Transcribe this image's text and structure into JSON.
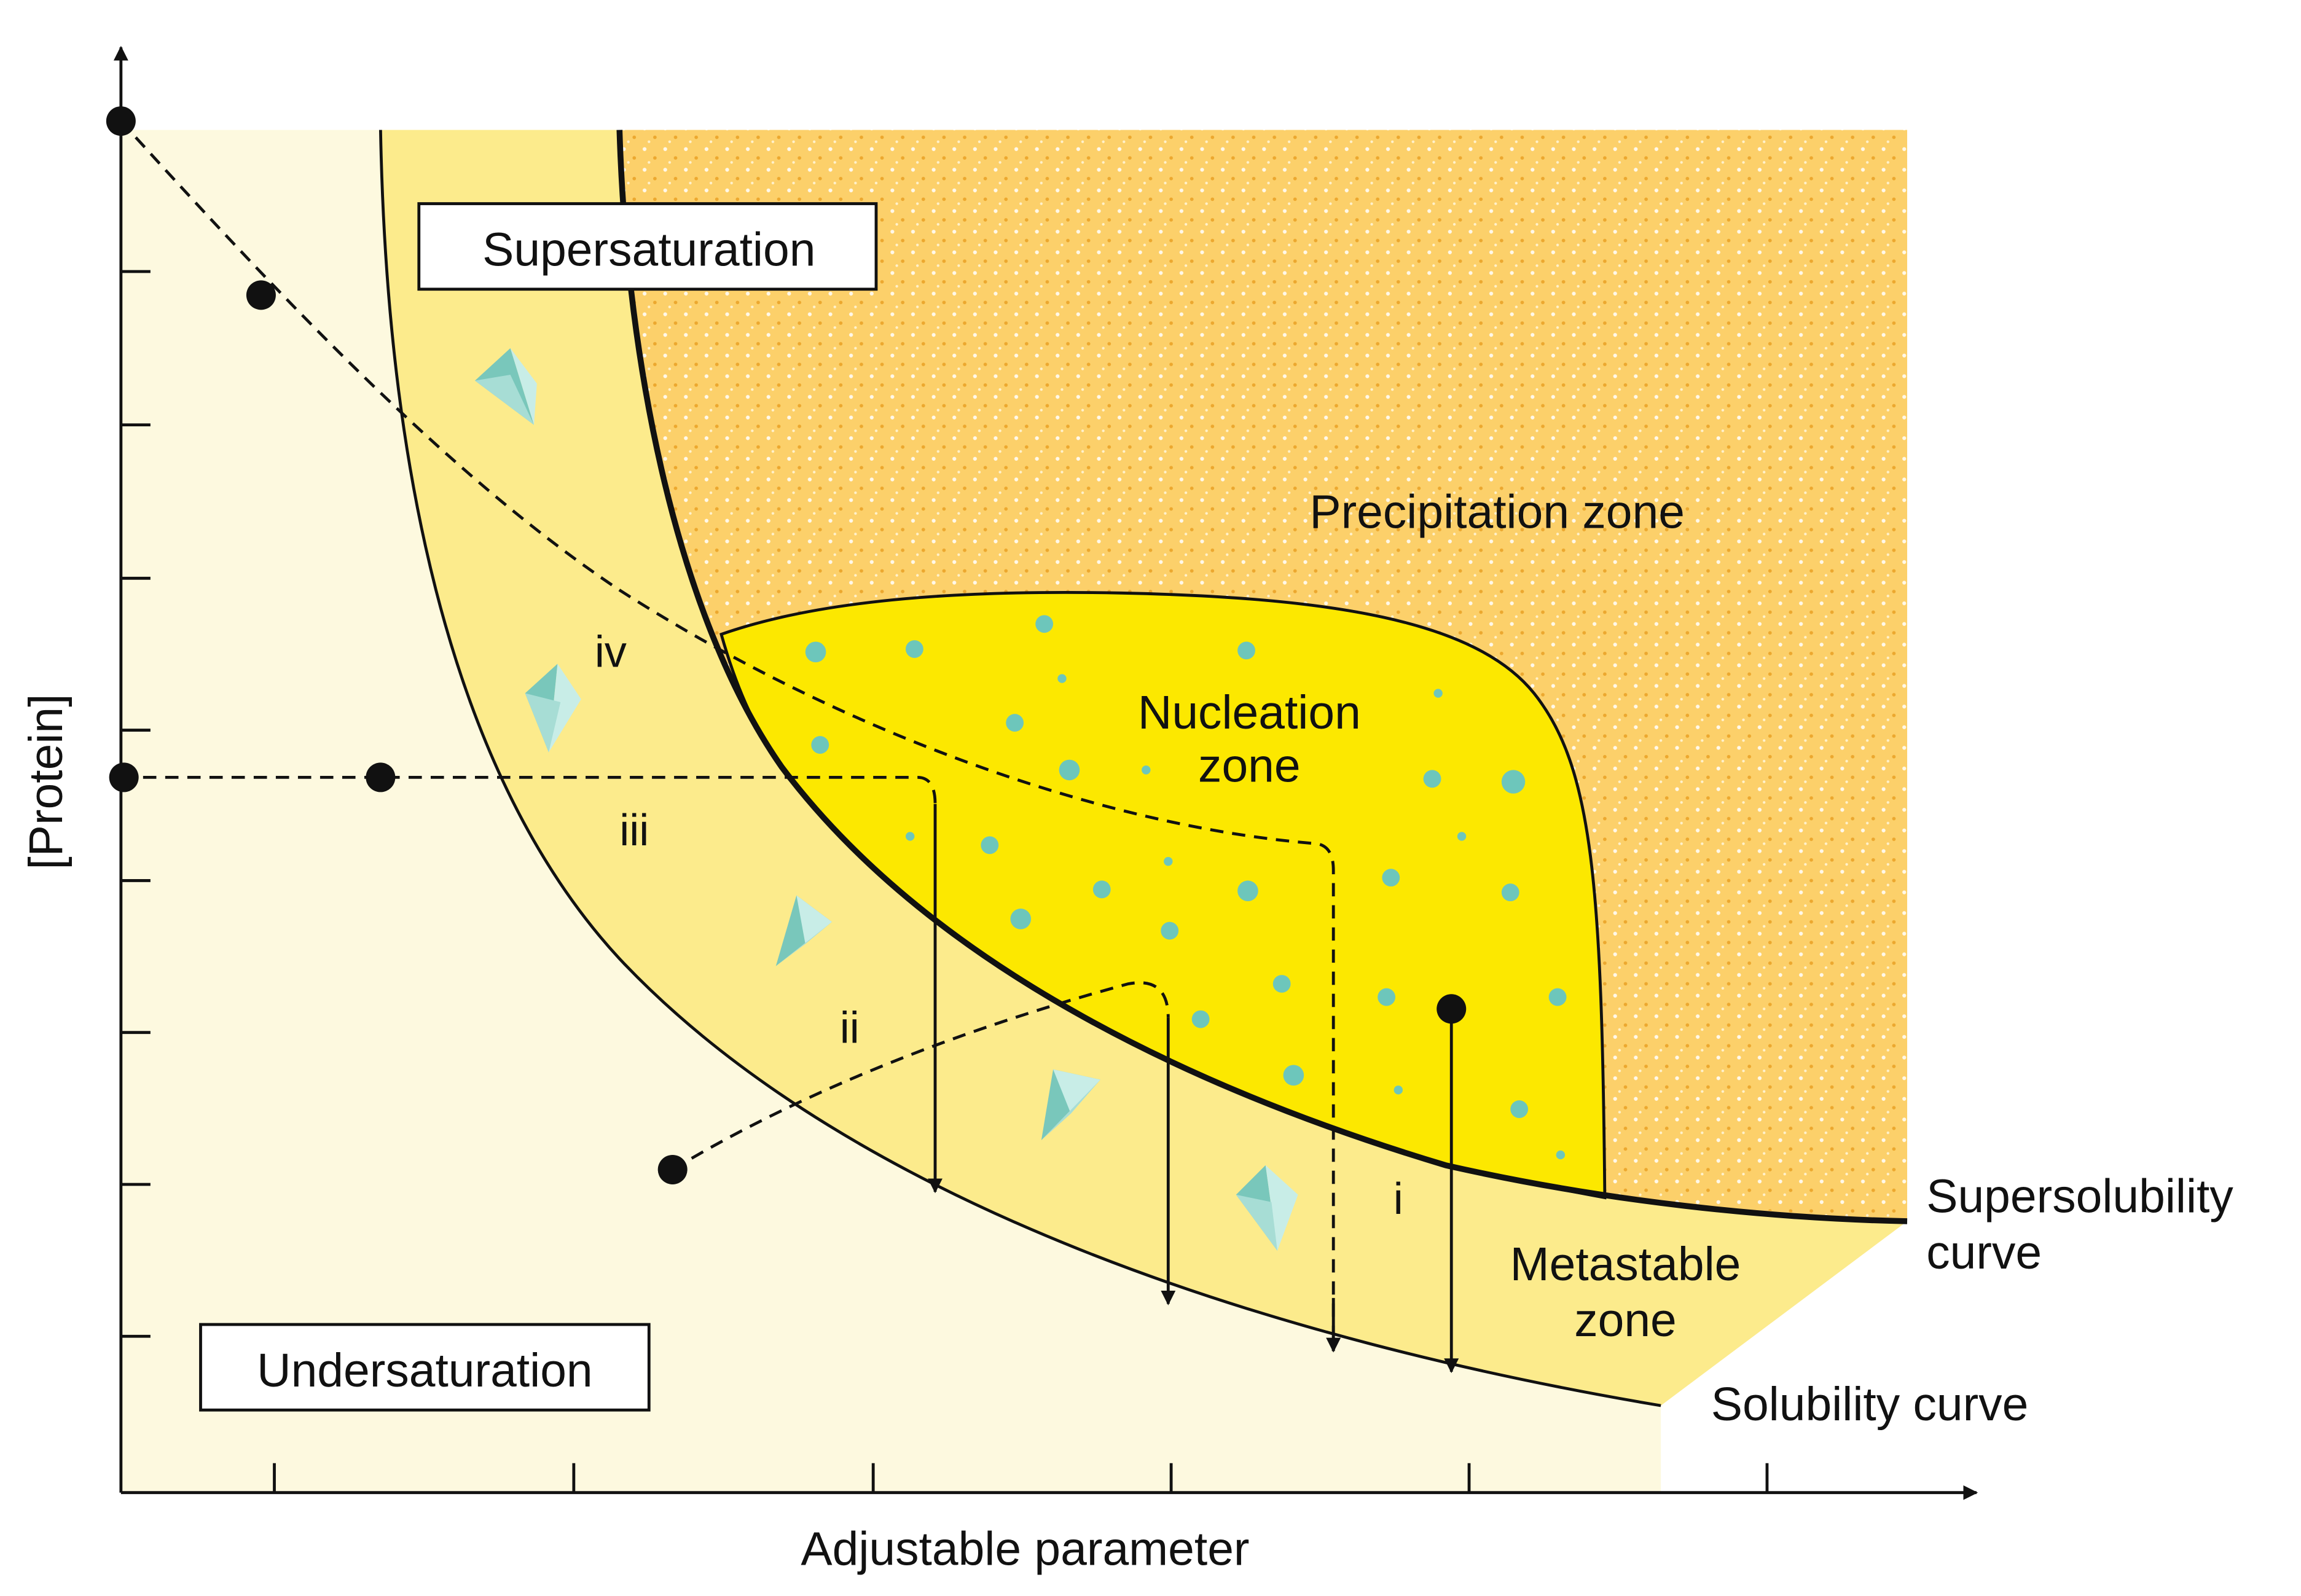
{
  "diagram": {
    "x_axis_label": "Adjustable parameter",
    "y_axis_label": "[Protein]",
    "regions": {
      "supersaturation": "Supersaturation",
      "undersaturation": "Undersaturation",
      "precipitation": "Precipitation zone",
      "nucleation_line1": "Nucleation",
      "nucleation_line2": "zone",
      "metastable_line1": "Metastable",
      "metastable_line2": "zone"
    },
    "curves": {
      "supersolubility_line1": "Supersolubility",
      "supersolubility_line2": "curve",
      "solubility": "Solubility curve"
    },
    "paths": {
      "i": "i",
      "ii": "ii",
      "iii": "iii",
      "iv": "iv"
    },
    "colors": {
      "undersaturation": "#fdf9df",
      "metastable": "#fceb8c",
      "precipitation": "#fcd06a",
      "nucleation": "#fce800",
      "crystal": "#8fd3c8",
      "nucleus_dot": "#6dc6bb"
    }
  }
}
